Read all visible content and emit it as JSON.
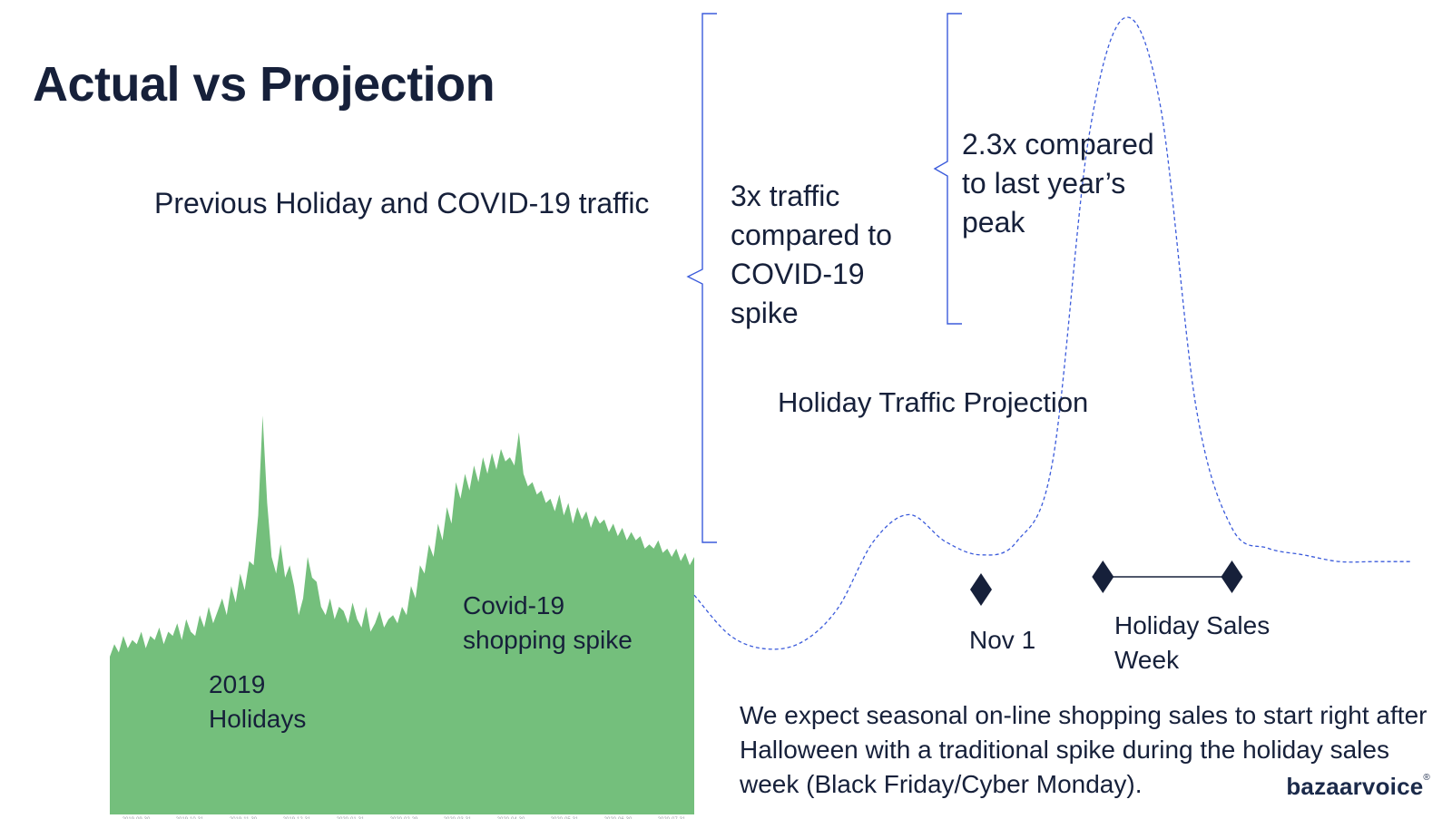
{
  "slide": {
    "title": "Actual vs Projection",
    "body_text": "We expect seasonal on-line shopping sales to start right after Halloween with a traditional spike during the holiday sales week (Black Friday/Cyber Monday).",
    "logo": "bazaarvoice",
    "logo_mark": "®"
  },
  "colors": {
    "actual_fill": "#74bf7c",
    "projection_line": "#3b5bdb",
    "text": "#16203a",
    "marker": "#16203a"
  },
  "chart_data": [
    {
      "type": "area",
      "title": "Previous Holiday and COVID-19 traffic",
      "x_ticks": [
        "2019-09-30",
        "2019-10-31",
        "2019-11-30",
        "2019-12-31",
        "2020-01-31",
        "2020-02-29",
        "2020-03-31",
        "2020-04-30",
        "2020-05-31",
        "2020-06-30",
        "2020-07-31"
      ],
      "ylim": [
        0,
        100
      ],
      "series": [
        {
          "x": [
            0,
            1,
            2,
            3,
            4,
            5,
            6,
            7,
            8,
            9,
            10,
            11,
            12,
            13,
            14,
            15,
            16,
            17,
            18,
            19,
            20,
            21,
            22,
            23,
            24,
            25,
            26,
            27,
            28,
            29,
            30,
            31,
            32,
            33,
            34,
            35,
            36,
            37,
            38,
            39,
            40,
            41,
            42,
            43,
            44,
            45,
            46,
            47,
            48,
            49,
            50,
            51,
            52,
            53,
            54,
            55,
            56,
            57,
            58,
            59,
            60,
            61,
            62,
            63,
            64,
            65,
            66,
            67,
            68,
            69,
            70,
            71,
            72,
            73,
            74,
            75,
            76,
            77,
            78,
            79,
            80,
            81,
            82,
            83,
            84,
            85,
            86,
            87,
            88,
            89,
            90,
            91,
            92,
            93,
            94,
            95,
            96,
            97,
            98,
            99,
            100,
            101,
            102,
            103,
            104,
            105,
            106,
            107,
            108,
            109,
            110,
            111,
            112,
            113,
            114,
            115,
            116,
            117,
            118,
            119,
            120,
            121,
            122,
            123,
            124,
            125,
            126,
            127,
            128,
            129,
            130
          ],
          "values": [
            38,
            41,
            39,
            43,
            40,
            42,
            41,
            44,
            40,
            43,
            42,
            45,
            41,
            44,
            43,
            46,
            42,
            47,
            44,
            43,
            48,
            45,
            50,
            46,
            49,
            52,
            48,
            55,
            51,
            58,
            54,
            61,
            60,
            72,
            96,
            75,
            62,
            58,
            65,
            57,
            60,
            55,
            48,
            52,
            62,
            57,
            56,
            50,
            48,
            52,
            47,
            50,
            49,
            46,
            51,
            47,
            45,
            50,
            44,
            46,
            49,
            45,
            47,
            48,
            46,
            50,
            48,
            55,
            52,
            60,
            58,
            65,
            62,
            70,
            66,
            74,
            70,
            80,
            76,
            82,
            78,
            84,
            80,
            86,
            82,
            87,
            83,
            88,
            85,
            86,
            84,
            92,
            82,
            79,
            80,
            77,
            78,
            75,
            76,
            73,
            77,
            72,
            75,
            70,
            74,
            71,
            73,
            69,
            72,
            70,
            71,
            68,
            70,
            67,
            69,
            66,
            68,
            66,
            67,
            64,
            65,
            64,
            66,
            63,
            64,
            62,
            64,
            61,
            63,
            60,
            62
          ],
          "annotations": [
            {
              "label": "2019 Holidays",
              "x": 34
            },
            {
              "label": "Covid-19 shopping spike",
              "x": 92
            }
          ]
        }
      ]
    },
    {
      "type": "line",
      "title": "Holiday Traffic Projection",
      "series": [
        {
          "x": [
            0,
            5,
            10,
            15,
            20,
            25,
            30,
            35,
            40,
            45,
            50,
            55,
            60,
            65,
            70,
            75,
            80,
            85,
            90,
            95,
            100
          ],
          "values": [
            12,
            6,
            4,
            5,
            10,
            20,
            24,
            20,
            18,
            20,
            32,
            80,
            98,
            85,
            40,
            22,
            19,
            18,
            17,
            17,
            17
          ]
        }
      ],
      "markers": [
        {
          "label": "Nov 1",
          "x": 40
        },
        {
          "label": "Holiday Sales Week",
          "x_start": 57,
          "x_end": 75
        }
      ],
      "annotations": [
        {
          "label": "3x traffic compared to COVID-19 spike"
        },
        {
          "label": "2.3x compared to last year’s peak"
        }
      ]
    }
  ]
}
